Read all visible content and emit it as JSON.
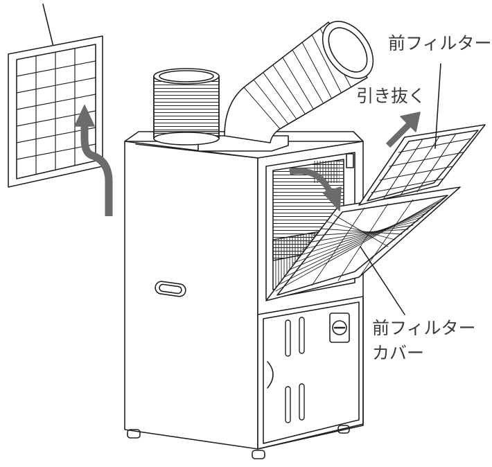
{
  "labels": {
    "front_filter": "前フィルター",
    "pull_out": "引き抜く",
    "front_filter_cover_line1": "前フィルター",
    "front_filter_cover_line2": "カバー"
  },
  "colors": {
    "line": "#231f20",
    "arrow": "#6b6b6b",
    "text": "#3a3a3a",
    "background": "#ffffff"
  }
}
